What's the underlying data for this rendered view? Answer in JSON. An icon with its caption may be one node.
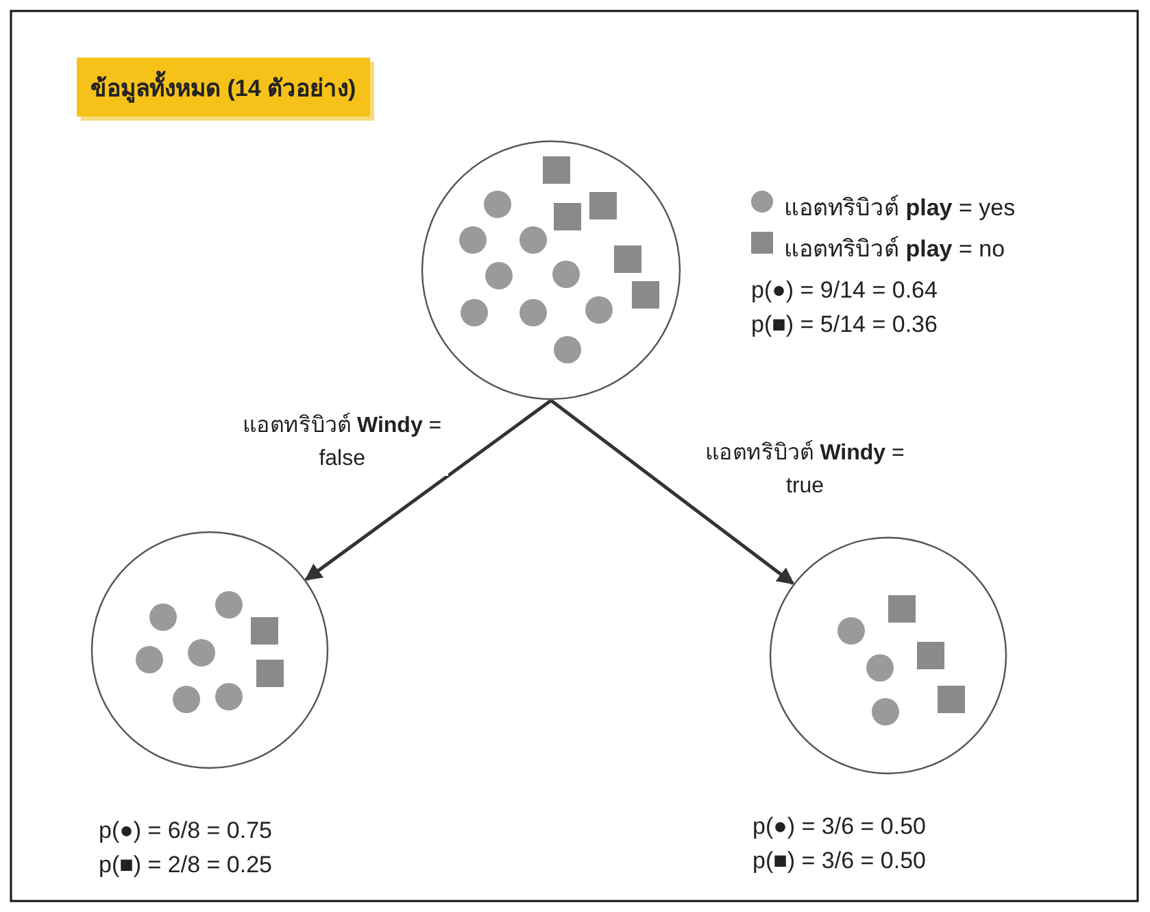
{
  "diagram": {
    "title": "ข้อมูลทั้งหมด (14 ตัวอย่าง)",
    "nodes": [
      {
        "text": [],
        "shape": "circle",
        "beside": [
          "p(●) = 9/14 = 0.64",
          "p(■) = 5/14 = 0.36"
        ]
      },
      {
        "text": [],
        "shape": "circle",
        "beside": [
          "p(●) = 6/8 = 0.75",
          "p(■) = 2/8 = 0.25"
        ]
      },
      {
        "text": [],
        "shape": "circle",
        "beside": [
          "p(●) = 3/6 = 0.50",
          "p(■) = 3/6 = 0.50"
        ]
      }
    ],
    "edges": [
      {
        "from": 0,
        "to": 1,
        "arrow": "to",
        "label": "แอตทริบิวต์ **Windy** = false"
      },
      {
        "from": 0,
        "to": 2,
        "arrow": "to",
        "label": "แอตทริบิวต์ **Windy** = true"
      }
    ],
    "legend": [
      {
        "text": "แอตทริบิวต์ **play** = yes"
      },
      {
        "text": "แอตทริบิวต์ **play** = no"
      }
    ]
  }
}
